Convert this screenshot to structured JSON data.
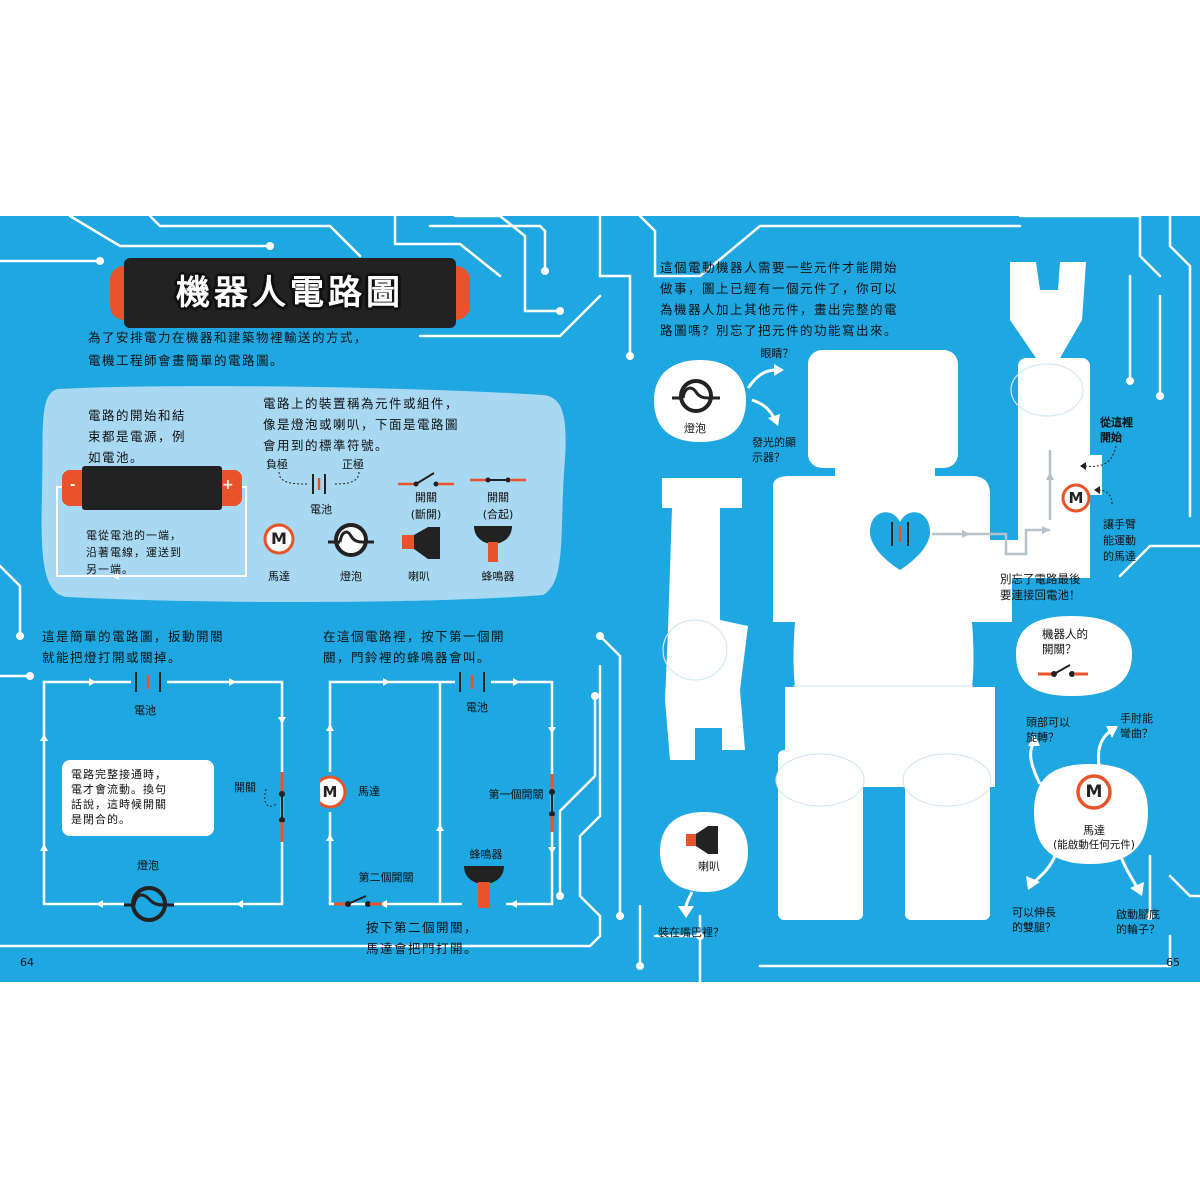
{
  "title": "機器人電路圖",
  "intro": [
    "為了安排電力在機器和建築物裡輸送的方式，",
    "電機工程師會畫簡單的電路圖。"
  ],
  "panel": {
    "start_text": [
      "電路的開始和結",
      "束都是電源，例",
      "如電池。"
    ],
    "battery_minus": "-",
    "battery_plus": "+",
    "flow_text": [
      "電從電池的一端，",
      "沿著電線，運送到",
      "另一端。"
    ],
    "components_text": [
      "電路上的裝置稱為元件或組件，",
      "像是燈泡或喇叭，下面是電路圖",
      "會用到的標準符號。"
    ],
    "neg_label": "負極",
    "pos_label": "正極",
    "battery_label": "電池",
    "switch_open_label": [
      "開關",
      "(斷開)"
    ],
    "switch_closed_label": [
      "開關",
      "(合起)"
    ],
    "motor_label": "馬達",
    "bulb_label": "燈泡",
    "speaker_label": "喇叭",
    "buzzer_label": "蜂鳴器",
    "motor_letter": "M"
  },
  "circuit1": {
    "text": [
      "這是簡單的電路圖，扳動開關",
      "就能把燈打開或關掉。"
    ],
    "battery_label": "電池",
    "switch_label": "開關",
    "bulb_label": "燈泡",
    "note": [
      "電路完整接通時，",
      "電才會流動。換句",
      "話說，這時候開關",
      "是閉合的。"
    ]
  },
  "circuit2": {
    "text": [
      "在這個電路裡，按下第一個開",
      "關，門鈴裡的蜂鳴器會叫。"
    ],
    "battery_label": "電池",
    "motor_label": "馬達",
    "switch1_label": "第一個開關",
    "switch2_label": "第二個開關",
    "buzzer_label": "蜂鳴器",
    "bottom_text": [
      "按下第二個開關，",
      "馬達會把門打開。"
    ],
    "motor_letter": "M"
  },
  "right": {
    "intro": [
      "這個電動機器人需要一些元件才能開始",
      "做事，圖上已經有一個元件了，你可以",
      "為機器人加上其他元件，畫出完整的電",
      "路圖嗎？別忘了把元件的功能寫出來。"
    ],
    "bulb_label": "燈泡",
    "eyes_q": "眼睛？",
    "display_q": [
      "發光的顯",
      "示器？"
    ],
    "start_here": [
      "從這裡",
      "開始"
    ],
    "arm_motor_text": [
      "讓手臂",
      "能運動",
      "的馬達"
    ],
    "reconnect_text": [
      "別忘了電路最後",
      "要連接回電池！"
    ],
    "switch_q": [
      "機器人的",
      "開關？"
    ],
    "head_q": [
      "頭部可以",
      "旋轉？"
    ],
    "hand_q": [
      "手肘能",
      "彎曲？"
    ],
    "motor_label": [
      "馬達",
      "(能啟動任何元件)"
    ],
    "legs_q": [
      "可以伸長",
      "的雙腿？"
    ],
    "wheels_q": [
      "啟動腳底",
      "的輪子？"
    ],
    "speaker_label": "喇叭",
    "mouth_q": "裝在嘴巴裡？",
    "motor_letter": "M"
  },
  "page_left": "64",
  "page_right": "65",
  "colors": {
    "background": "#1ea7e1",
    "accent": "#e8532a",
    "dark": "#222222",
    "panel": "#a8d8f2"
  }
}
